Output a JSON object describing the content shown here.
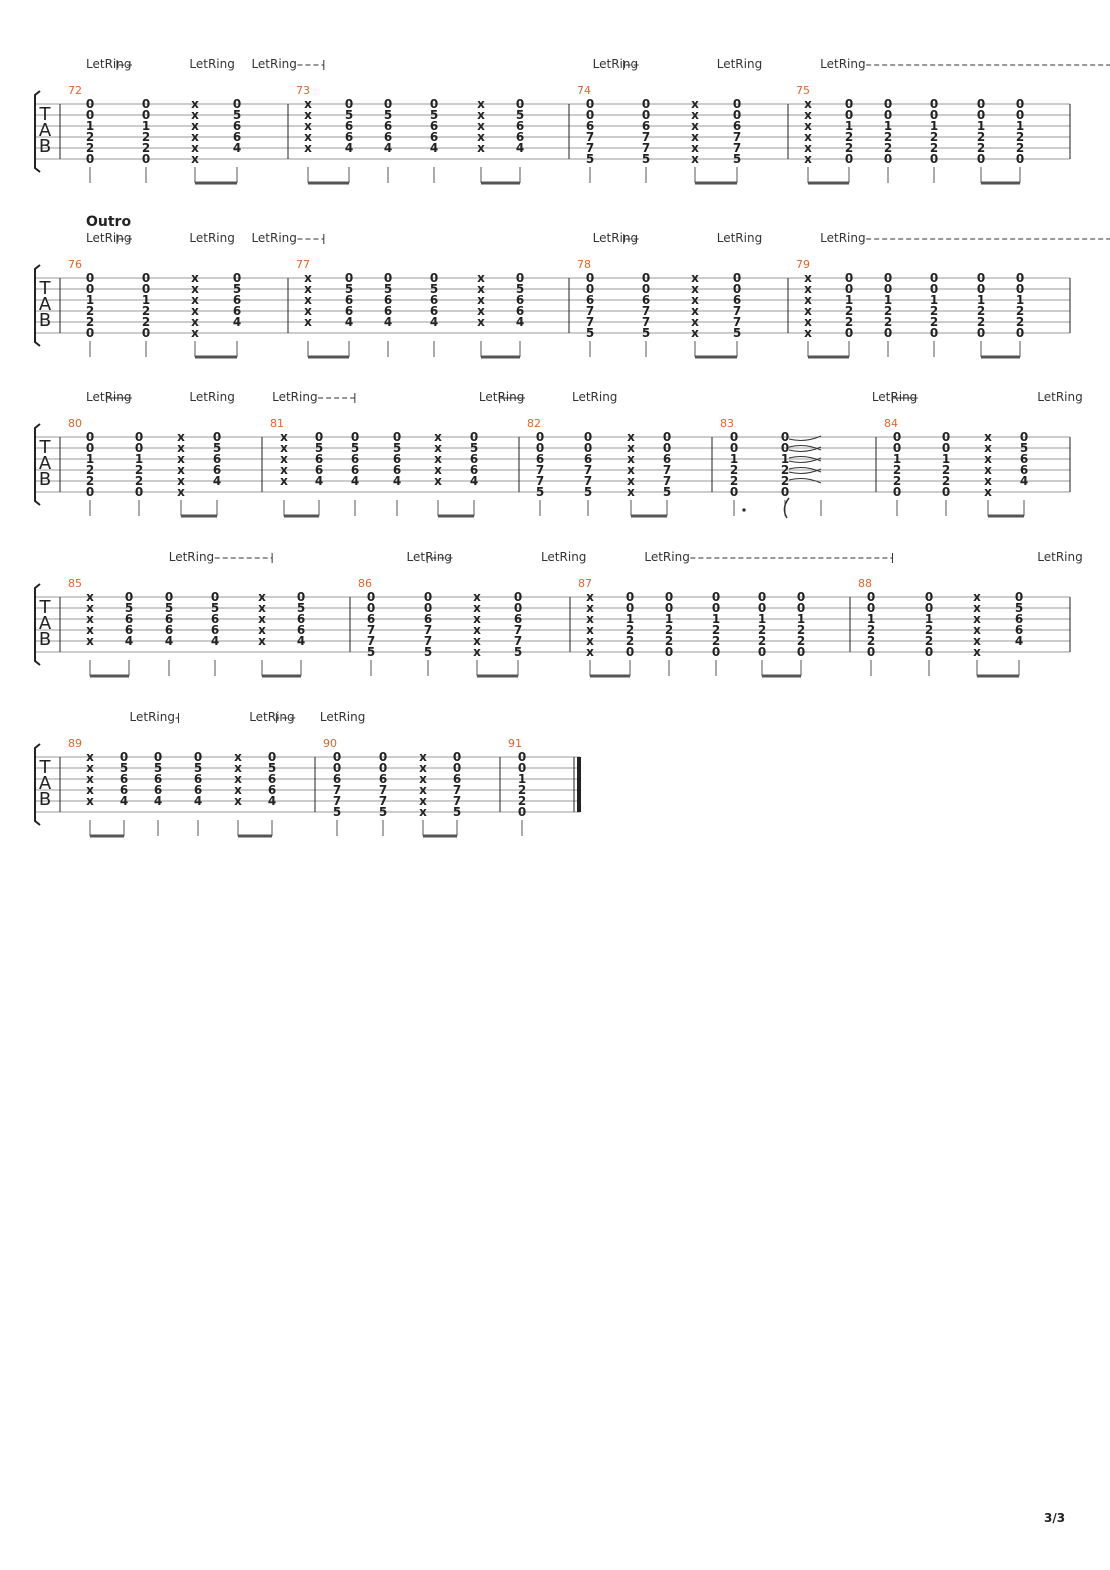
{
  "page": {
    "number": "3/3"
  },
  "tab_letters": [
    "T",
    "A",
    "B"
  ],
  "letring_label": "LetRing",
  "section_label": "Outro",
  "systems": [
    {
      "letrings": [
        {
          "from": 0,
          "to": 3,
          "dash": true
        },
        {
          "from": 10,
          "to": null,
          "dash": false
        },
        {
          "from": 16,
          "to": 23,
          "dash": true
        },
        {
          "from": 49,
          "to": 52,
          "dash": true
        },
        {
          "from": 61,
          "to": null,
          "dash": false
        },
        {
          "from": 71,
          "to": 100,
          "dash": true
        }
      ],
      "measures": [
        {
          "number": "72",
          "events": [
            [
              "0",
              "0",
              "1",
              "2",
              "2",
              "0"
            ],
            [
              "0",
              "0",
              "1",
              "2",
              "2",
              "0"
            ],
            [
              "x",
              "x",
              "x",
              "x",
              "x",
              "x"
            ],
            [
              "0",
              "5",
              "6",
              "6",
              "4",
              ""
            ]
          ],
          "beams": [
            [
              2,
              3
            ]
          ]
        },
        {
          "number": "73",
          "events": [
            [
              "x",
              "x",
              "x",
              "x",
              "x",
              ""
            ],
            [
              "0",
              "5",
              "6",
              "6",
              "4",
              ""
            ],
            [
              "0",
              "5",
              "6",
              "6",
              "4",
              ""
            ],
            [
              "0",
              "5",
              "6",
              "6",
              "4",
              ""
            ],
            [
              "x",
              "x",
              "x",
              "x",
              "x",
              ""
            ],
            [
              "0",
              "5",
              "6",
              "6",
              "4",
              ""
            ]
          ],
          "beams": [
            [
              0,
              1
            ],
            [
              4,
              5
            ]
          ]
        },
        {
          "number": "74",
          "events": [
            [
              "0",
              "0",
              "6",
              "7",
              "7",
              "5"
            ],
            [
              "0",
              "0",
              "6",
              "7",
              "7",
              "5"
            ],
            [
              "x",
              "x",
              "x",
              "x",
              "x",
              "x"
            ],
            [
              "0",
              "0",
              "6",
              "7",
              "7",
              "5"
            ]
          ],
          "beams": [
            [
              2,
              3
            ]
          ]
        },
        {
          "number": "75",
          "events": [
            [
              "x",
              "x",
              "x",
              "x",
              "x",
              "x"
            ],
            [
              "0",
              "0",
              "1",
              "2",
              "2",
              "0"
            ],
            [
              "0",
              "0",
              "1",
              "2",
              "2",
              "0"
            ],
            [
              "0",
              "0",
              "1",
              "2",
              "2",
              "0"
            ],
            [
              "0",
              "0",
              "1",
              "2",
              "2",
              "0"
            ],
            [
              "0",
              "0",
              "1",
              "2",
              "2",
              "0"
            ]
          ],
          "beams": [
            [
              0,
              1
            ],
            [
              4,
              5
            ]
          ]
        }
      ]
    },
    {
      "section": true,
      "letrings": [
        {
          "from": 0,
          "to": 3,
          "dash": true
        },
        {
          "from": 10,
          "to": null,
          "dash": false
        },
        {
          "from": 16,
          "to": 23,
          "dash": true
        },
        {
          "from": 49,
          "to": 52,
          "dash": true
        },
        {
          "from": 61,
          "to": null,
          "dash": false
        },
        {
          "from": 71,
          "to": 100,
          "dash": true
        }
      ],
      "measures": [
        {
          "number": "76",
          "events": [
            [
              "0",
              "0",
              "1",
              "2",
              "2",
              "0"
            ],
            [
              "0",
              "0",
              "1",
              "2",
              "2",
              "0"
            ],
            [
              "x",
              "x",
              "x",
              "x",
              "x",
              "x"
            ],
            [
              "0",
              "5",
              "6",
              "6",
              "4",
              ""
            ]
          ],
          "beams": [
            [
              2,
              3
            ]
          ]
        },
        {
          "number": "77",
          "events": [
            [
              "x",
              "x",
              "x",
              "x",
              "x",
              ""
            ],
            [
              "0",
              "5",
              "6",
              "6",
              "4",
              ""
            ],
            [
              "0",
              "5",
              "6",
              "6",
              "4",
              ""
            ],
            [
              "0",
              "5",
              "6",
              "6",
              "4",
              ""
            ],
            [
              "x",
              "x",
              "x",
              "x",
              "x",
              ""
            ],
            [
              "0",
              "5",
              "6",
              "6",
              "4",
              ""
            ]
          ],
          "beams": [
            [
              0,
              1
            ],
            [
              4,
              5
            ]
          ]
        },
        {
          "number": "78",
          "events": [
            [
              "0",
              "0",
              "6",
              "7",
              "7",
              "5"
            ],
            [
              "0",
              "0",
              "6",
              "7",
              "7",
              "5"
            ],
            [
              "x",
              "x",
              "x",
              "x",
              "x",
              "x"
            ],
            [
              "0",
              "0",
              "6",
              "7",
              "7",
              "5"
            ]
          ],
          "beams": [
            [
              2,
              3
            ]
          ]
        },
        {
          "number": "79",
          "events": [
            [
              "x",
              "x",
              "x",
              "x",
              "x",
              "x"
            ],
            [
              "0",
              "0",
              "1",
              "2",
              "2",
              "0"
            ],
            [
              "0",
              "0",
              "1",
              "2",
              "2",
              "0"
            ],
            [
              "0",
              "0",
              "1",
              "2",
              "2",
              "0"
            ],
            [
              "0",
              "0",
              "1",
              "2",
              "2",
              "0"
            ],
            [
              "0",
              "0",
              "1",
              "2",
              "2",
              "0"
            ]
          ],
          "beams": [
            [
              0,
              1
            ],
            [
              4,
              5
            ]
          ]
        }
      ]
    },
    {
      "letrings": [
        {
          "from": 0,
          "to": 2,
          "dash": false
        },
        {
          "from": 10,
          "to": null,
          "dash": false
        },
        {
          "from": 18,
          "to": 26,
          "dash": true
        },
        {
          "from": 38,
          "to": 40,
          "dash": false
        },
        {
          "from": 47,
          "to": null,
          "dash": false
        },
        {
          "from": 76,
          "to": 78,
          "dash": false
        },
        {
          "from": 92,
          "to": null,
          "dash": false
        }
      ],
      "measures": [
        {
          "number": "80",
          "events": [
            [
              "0",
              "0",
              "1",
              "2",
              "2",
              "0"
            ],
            [
              "0",
              "0",
              "1",
              "2",
              "2",
              "0"
            ],
            [
              "x",
              "x",
              "x",
              "x",
              "x",
              "x"
            ],
            [
              "0",
              "5",
              "6",
              "6",
              "4",
              ""
            ]
          ],
          "beams": [
            [
              2,
              3
            ]
          ]
        },
        {
          "number": "81",
          "events": [
            [
              "x",
              "x",
              "x",
              "x",
              "x",
              ""
            ],
            [
              "0",
              "5",
              "6",
              "6",
              "4",
              ""
            ],
            [
              "0",
              "5",
              "6",
              "6",
              "4",
              ""
            ],
            [
              "0",
              "5",
              "6",
              "6",
              "4",
              ""
            ],
            [
              "x",
              "x",
              "x",
              "x",
              "x",
              ""
            ],
            [
              "0",
              "5",
              "6",
              "6",
              "4",
              ""
            ]
          ],
          "beams": [
            [
              0,
              1
            ],
            [
              4,
              5
            ]
          ]
        },
        {
          "number": "82",
          "events": [
            [
              "0",
              "0",
              "6",
              "7",
              "7",
              "5"
            ],
            [
              "0",
              "0",
              "6",
              "7",
              "7",
              "5"
            ],
            [
              "x",
              "x",
              "x",
              "x",
              "x",
              "x"
            ],
            [
              "0",
              "0",
              "6",
              "7",
              "7",
              "5"
            ]
          ],
          "beams": [
            [
              2,
              3
            ]
          ]
        },
        {
          "number": "83",
          "events": [
            [
              "0",
              "0",
              "1",
              "2",
              "2",
              "0"
            ],
            [
              "0",
              "0",
              "1",
              "2",
              "2",
              "0"
            ]
          ],
          "beams": [],
          "dotted_first": true,
          "harmonic_last": true
        },
        {
          "number": "84",
          "events": [
            [
              "0",
              "0",
              "1",
              "2",
              "2",
              "0"
            ],
            [
              "0",
              "0",
              "1",
              "2",
              "2",
              "0"
            ],
            [
              "x",
              "x",
              "x",
              "x",
              "x",
              "x"
            ],
            [
              "0",
              "5",
              "6",
              "6",
              "4",
              ""
            ]
          ],
          "beams": [
            [
              2,
              3
            ]
          ]
        }
      ]
    },
    {
      "letrings": [
        {
          "from": 8,
          "to": 18,
          "dash": true
        },
        {
          "from": 31,
          "to": 33,
          "dash": true
        },
        {
          "from": 44,
          "to": null,
          "dash": false
        },
        {
          "from": 54,
          "to": 78,
          "dash": true
        },
        {
          "from": 92,
          "to": null,
          "dash": false
        }
      ],
      "measures": [
        {
          "number": "85",
          "events": [
            [
              "x",
              "x",
              "x",
              "x",
              "x",
              ""
            ],
            [
              "0",
              "5",
              "6",
              "6",
              "4",
              ""
            ],
            [
              "0",
              "5",
              "6",
              "6",
              "4",
              ""
            ],
            [
              "0",
              "5",
              "6",
              "6",
              "4",
              ""
            ],
            [
              "x",
              "x",
              "x",
              "x",
              "x",
              ""
            ],
            [
              "0",
              "5",
              "6",
              "6",
              "4",
              ""
            ]
          ],
          "beams": [
            [
              0,
              1
            ],
            [
              4,
              5
            ]
          ]
        },
        {
          "number": "86",
          "events": [
            [
              "0",
              "0",
              "6",
              "7",
              "7",
              "5"
            ],
            [
              "0",
              "0",
              "6",
              "7",
              "7",
              "5"
            ],
            [
              "x",
              "x",
              "x",
              "x",
              "x",
              "x"
            ],
            [
              "0",
              "0",
              "6",
              "7",
              "7",
              "5"
            ]
          ],
          "beams": [
            [
              2,
              3
            ]
          ]
        },
        {
          "number": "87",
          "events": [
            [
              "x",
              "x",
              "x",
              "x",
              "x",
              "x"
            ],
            [
              "0",
              "0",
              "1",
              "2",
              "2",
              "0"
            ],
            [
              "0",
              "0",
              "1",
              "2",
              "2",
              "0"
            ],
            [
              "0",
              "0",
              "1",
              "2",
              "2",
              "0"
            ],
            [
              "0",
              "0",
              "1",
              "2",
              "2",
              "0"
            ],
            [
              "0",
              "0",
              "1",
              "2",
              "2",
              "0"
            ]
          ],
          "beams": [
            [
              0,
              1
            ],
            [
              4,
              5
            ]
          ]
        },
        {
          "number": "88",
          "events": [
            [
              "0",
              "0",
              "1",
              "2",
              "2",
              "0"
            ],
            [
              "0",
              "0",
              "1",
              "2",
              "2",
              "0"
            ],
            [
              "x",
              "x",
              "x",
              "x",
              "x",
              "x"
            ],
            [
              "0",
              "5",
              "6",
              "6",
              "4",
              ""
            ]
          ],
          "beams": [
            [
              2,
              3
            ]
          ]
        }
      ]
    },
    {
      "final": true,
      "letrings": [
        {
          "from": 8,
          "to": 17,
          "dash": true
        },
        {
          "from": 30,
          "to": 35,
          "dash": true
        },
        {
          "from": 43,
          "to": null,
          "dash": false
        }
      ],
      "measures": [
        {
          "number": "89",
          "events": [
            [
              "x",
              "x",
              "x",
              "x",
              "x",
              ""
            ],
            [
              "0",
              "5",
              "6",
              "6",
              "4",
              ""
            ],
            [
              "0",
              "5",
              "6",
              "6",
              "4",
              ""
            ],
            [
              "0",
              "5",
              "6",
              "6",
              "4",
              ""
            ],
            [
              "x",
              "x",
              "x",
              "x",
              "x",
              ""
            ],
            [
              "0",
              "5",
              "6",
              "6",
              "4",
              ""
            ]
          ],
          "beams": [
            [
              0,
              1
            ],
            [
              4,
              5
            ]
          ]
        },
        {
          "number": "90",
          "events": [
            [
              "0",
              "0",
              "6",
              "7",
              "7",
              "5"
            ],
            [
              "0",
              "0",
              "6",
              "7",
              "7",
              "5"
            ],
            [
              "x",
              "x",
              "x",
              "x",
              "x",
              "x"
            ],
            [
              "0",
              "0",
              "6",
              "7",
              "7",
              "5"
            ]
          ],
          "beams": [
            [
              2,
              3
            ]
          ]
        },
        {
          "number": "91",
          "events": [
            [
              "0",
              "0",
              "1",
              "2",
              "2",
              "0"
            ]
          ],
          "beams": []
        }
      ]
    }
  ]
}
